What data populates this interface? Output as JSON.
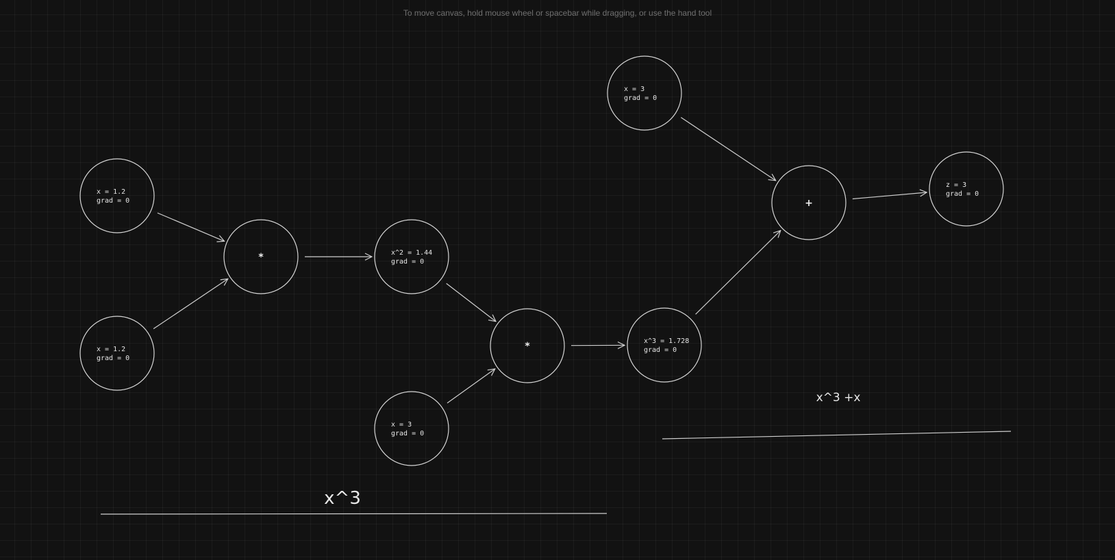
{
  "hint": "To move canvas, hold mouse wheel or spacebar while dragging, or use the hand tool",
  "nodes": [
    {
      "id": "n_x1",
      "kind": "value",
      "lines": [
        "x = 1.2",
        "grad = 0"
      ]
    },
    {
      "id": "n_x2",
      "kind": "value",
      "lines": [
        "x = 1.2",
        "grad = 0"
      ]
    },
    {
      "id": "n_mul1",
      "kind": "op",
      "op": "*"
    },
    {
      "id": "n_x2sq",
      "kind": "value",
      "lines": [
        "x^2 = 1.44",
        "grad = 0"
      ]
    },
    {
      "id": "n_x3b",
      "kind": "value",
      "lines": [
        "x = 3",
        "grad = 0"
      ]
    },
    {
      "id": "n_mul2",
      "kind": "op",
      "op": "*"
    },
    {
      "id": "n_x3cube",
      "kind": "value",
      "lines": [
        "x^3 = 1.728",
        "grad = 0"
      ]
    },
    {
      "id": "n_x3top",
      "kind": "value",
      "lines": [
        "x = 3",
        "grad = 0"
      ]
    },
    {
      "id": "n_add",
      "kind": "op",
      "op": "+"
    },
    {
      "id": "n_z",
      "kind": "value",
      "lines": [
        "z = 3",
        "grad = 0"
      ]
    }
  ],
  "edges": [
    {
      "from": "n_x1",
      "to": "n_mul1"
    },
    {
      "from": "n_x2",
      "to": "n_mul1"
    },
    {
      "from": "n_mul1",
      "to": "n_x2sq"
    },
    {
      "from": "n_x2sq",
      "to": "n_mul2"
    },
    {
      "from": "n_x3b",
      "to": "n_mul2"
    },
    {
      "from": "n_mul2",
      "to": "n_x3cube"
    },
    {
      "from": "n_x3cube",
      "to": "n_add"
    },
    {
      "from": "n_x3top",
      "to": "n_add"
    },
    {
      "from": "n_add",
      "to": "n_z"
    }
  ],
  "labels": {
    "cube": "x^3",
    "cube_plus_x": "x^3 +x"
  }
}
